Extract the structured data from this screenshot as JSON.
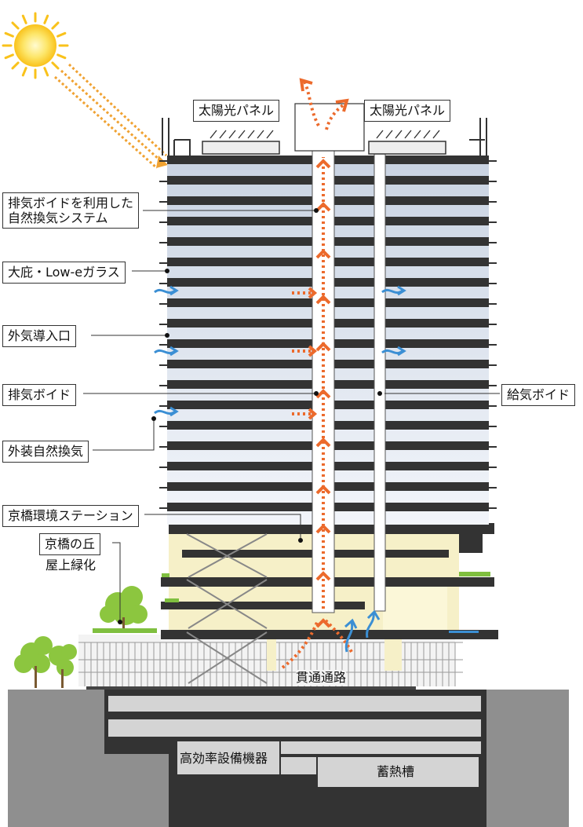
{
  "labels": {
    "solar_panel_left": "太陽光パネル",
    "solar_panel_right": "太陽光パネル",
    "exhaust_void_system_line1": "排気ボイドを利用した",
    "exhaust_void_system_line2": "自然換気システム",
    "eaves_glass": "大庇・Low-eガラス",
    "outside_air_intake": "外気導入口",
    "exhaust_void": "排気ボイド",
    "supply_void": "給気ボイド",
    "facade_natural_ventilation": "外装自然換気",
    "kyobashi_station": "京橋環境ステーション",
    "kyobashi_hill": "京橋の丘",
    "rooftop_greening": "屋上緑化",
    "through_passage": "貫通通路",
    "efficient_equipment": "高効率設備機器",
    "thermal_storage_tank": "蓄熱槽"
  },
  "colors": {
    "sun": "#f9c21b",
    "exhaust_flow": "#ec6a2c",
    "intake_flow": "#3b8fd4",
    "floor_slab": "#333333",
    "glazing": "#dbe3ee",
    "podium": "#f6f0c8",
    "ground": "#8f8f8f",
    "foliage": "#8cc63f"
  }
}
